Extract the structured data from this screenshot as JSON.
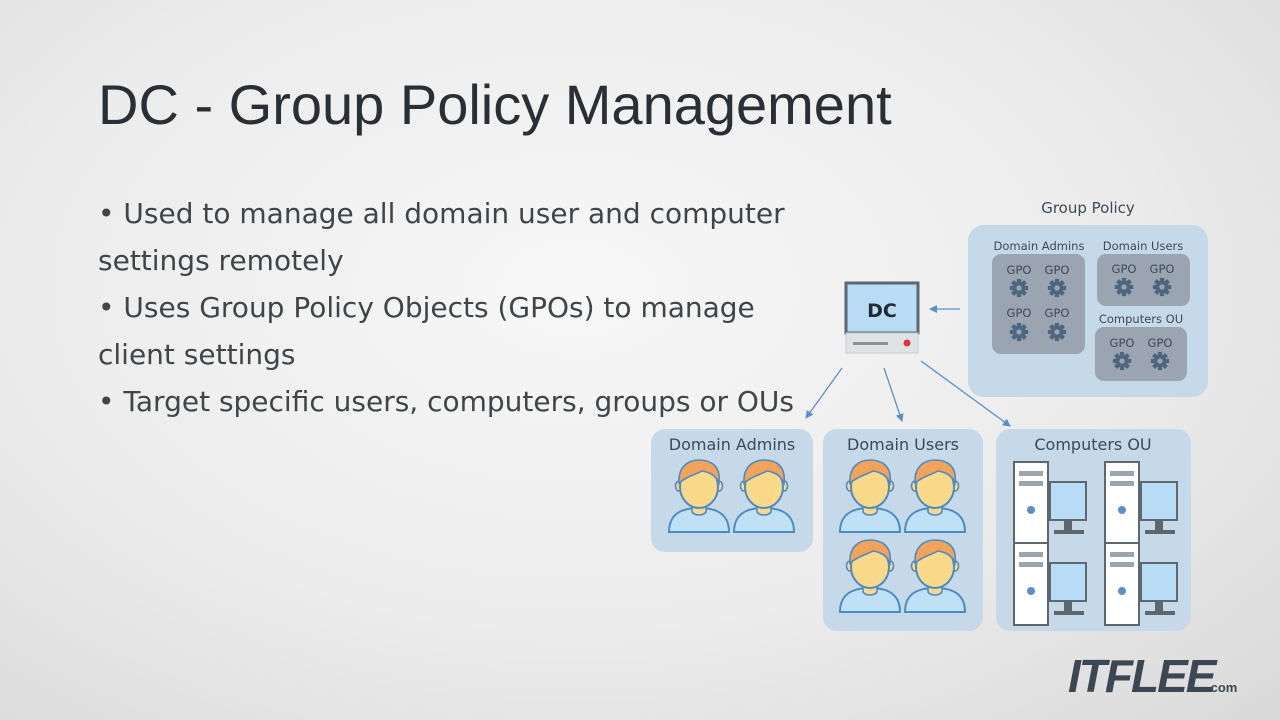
{
  "slide": {
    "title": "DC - Group Policy Management",
    "bullets": [
      "• Used to manage all domain user and computer",
      "settings remotely",
      "• Uses Group Policy Objects (GPOs) to manage",
      "client settings",
      "• Target specific users, computers, groups or OUs"
    ]
  },
  "diagram": {
    "dc_label": "DC",
    "group_policy": {
      "title": "Group Policy",
      "domain_admins_label": "Domain Admins",
      "domain_users_label": "Domain Users",
      "computers_ou_label": "Computers OU",
      "gpo_label": "GPO"
    },
    "containers": {
      "domain_admins": "Domain Admins",
      "domain_users": "Domain Users",
      "computers_ou": "Computers OU"
    }
  },
  "logo": {
    "text": "ITFLEE",
    "suffix": ".com"
  },
  "colors": {
    "container_fill": "#c5d9e8",
    "gpo_group_fill": "#9aa5b1",
    "gear": "#4d6780",
    "monitor": "#b8dcf5",
    "skin": "#fbd98b",
    "hair": "#f2a35a",
    "shirt": "#c0e0f6",
    "arrow": "#5b8fc7"
  }
}
